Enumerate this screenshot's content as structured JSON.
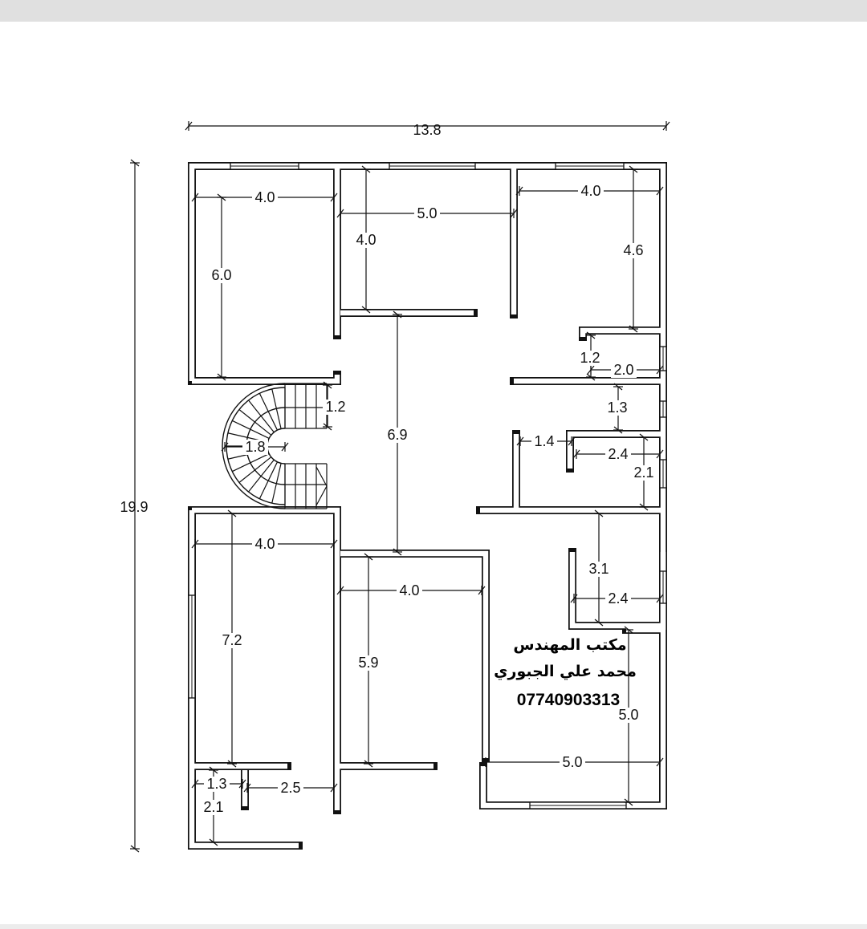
{
  "plan": {
    "overall_width": "13.8",
    "overall_depth": "19.9",
    "dimensions": [
      "4.0",
      "5.0",
      "4.0",
      "6.0",
      "4.0",
      "4.6",
      "1.2",
      "2.0",
      "1.3",
      "1.4",
      "2.4",
      "2.1",
      "1.2",
      "1.8",
      "6.9",
      "4.0",
      "7.2",
      "4.0",
      "5.9",
      "3.1",
      "2.4",
      "5.0",
      "5.0",
      "1.3",
      "2.5",
      "2.1"
    ]
  },
  "credit": {
    "office": "مكتب المهندس",
    "engineer": "محمد علي الجبوري",
    "phone": "07740903313"
  },
  "colors": {
    "line": "#111111",
    "background": "#ffffff",
    "bar": "#e0e0e0"
  }
}
